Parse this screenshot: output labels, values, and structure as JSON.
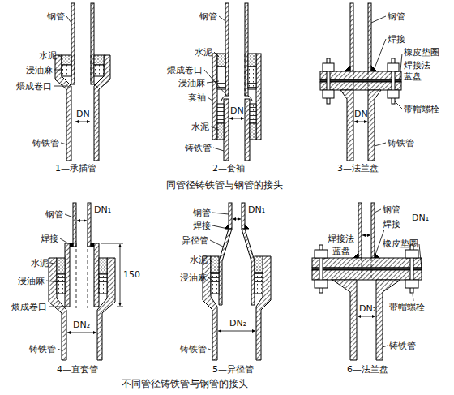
{
  "diagram": {
    "labels": [
      "钢管",
      "水泥",
      "浸油麻",
      "煨成卷口",
      "DN",
      "铸铁管",
      "1—承插管",
      "钢管",
      "水泥",
      "煨成卷口",
      "浸油麻",
      "套袖",
      "DN",
      "水泥",
      "铸铁管",
      "2—套袖",
      "钢管",
      "焊接",
      "橡皮垫圈",
      "焊接法",
      "蓝盘",
      "DN",
      "带帽螺栓",
      "铸铁管",
      "3—法兰盘",
      "同管径铸铁管与钢管的接头",
      "钢管",
      "DN₁",
      "焊接",
      "水泥",
      "浸油麻",
      "150",
      "煨成卷口",
      "DN₂",
      "铸铁管",
      "4—直套管",
      "钢管",
      "DN₁",
      "焊接",
      "异径管",
      "水泥",
      "浸油麻",
      "DN₂",
      "铸铁管",
      "5—异径管",
      "钢管",
      "焊接",
      "DN₁",
      "橡皮垫圈",
      "焊接法",
      "蓝盘",
      "DN₂",
      "带帽螺栓",
      "铸铁管",
      "6—法兰盘",
      "不同管径铸铁管与钢管的接头"
    ]
  }
}
